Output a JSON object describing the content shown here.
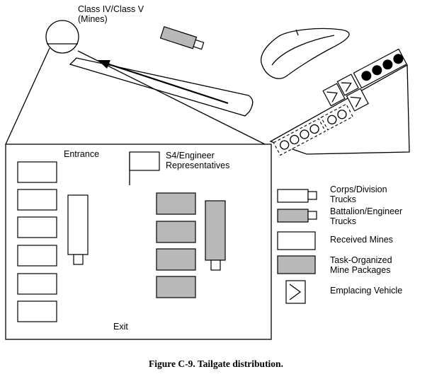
{
  "labels": {
    "class_area_line1": "Class IV/Class V",
    "class_area_line2": "(Mines)",
    "entrance": "Entrance",
    "exit": "Exit",
    "s4_line1": "S4/Engineer",
    "s4_line2": "Representatives"
  },
  "legend": [
    {
      "icon": "corps-division-truck-icon",
      "lines": [
        "Corps/Division",
        "Trucks"
      ]
    },
    {
      "icon": "battalion-engineer-truck-icon",
      "lines": [
        "Battalion/Engineer",
        "Trucks"
      ]
    },
    {
      "icon": "received-mines-icon",
      "lines": [
        "Received Mines"
      ]
    },
    {
      "icon": "task-organized-package-icon",
      "lines": [
        "Task-Organized",
        "Mine Packages"
      ]
    },
    {
      "icon": "emplacing-vehicle-icon",
      "lines": [
        "Emplacing Vehicle"
      ]
    }
  ],
  "caption": "Figure C-9. Tailgate distribution.",
  "colors": {
    "shade": "#b8b8b8",
    "ink": "#000000",
    "background": "#ffffff"
  }
}
